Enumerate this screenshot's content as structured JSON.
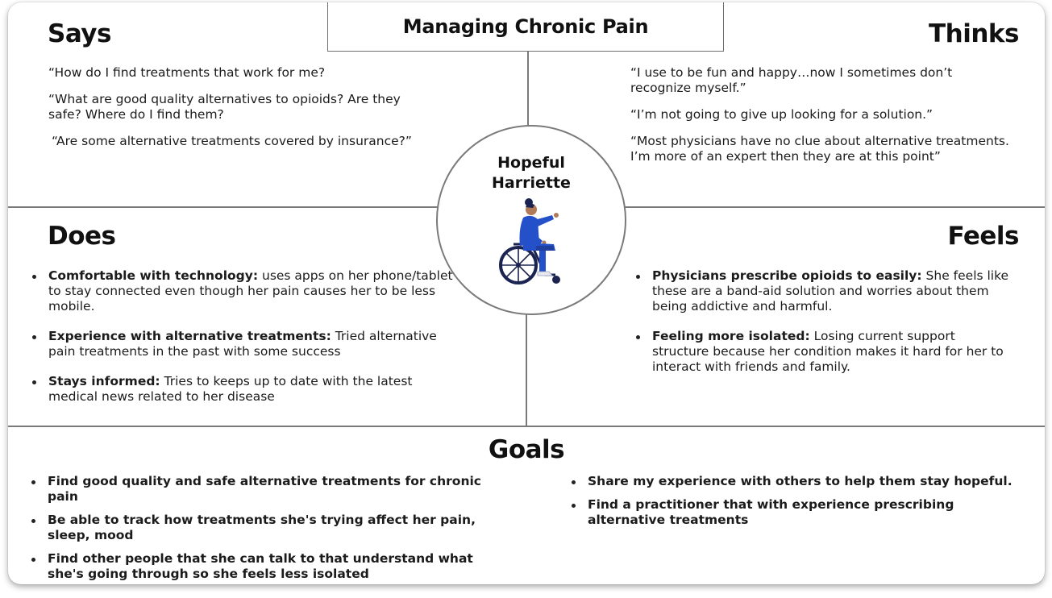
{
  "title": "Managing Chronic Pain",
  "persona": {
    "name_line1": "Hopeful",
    "name_line2": "Harriette",
    "icon": "wheelchair-user-icon"
  },
  "says": {
    "heading": "Says",
    "quotes": [
      "“How do I find treatments that work for me?",
      "“What are good quality alternatives to opioids? Are they safe? Where do I find them?",
      "“Are some alternative treatments covered by insurance?”"
    ]
  },
  "thinks": {
    "heading": "Thinks",
    "quotes": [
      "“I use to be fun and happy…now I sometimes don’t recognize myself.”",
      "“I’m not going to give up looking for a solution.”",
      "“Most physicians have no clue about alternative treatments. I’m more of an expert then they are at this point”"
    ]
  },
  "does": {
    "heading": "Does",
    "items": [
      {
        "bold": "Comfortable with technology:",
        "text": " uses apps on her phone/tablet to stay connected even though her pain causes her to be less mobile."
      },
      {
        "bold": "Experience with alternative treatments:",
        "text": " Tried alternative pain treatments in the past with some success"
      },
      {
        "bold": "Stays informed:",
        "text": " Tries to keeps up to date with the latest medical news related to her disease"
      }
    ]
  },
  "feels": {
    "heading": "Feels",
    "items": [
      {
        "bold": "Physicians prescribe opioids to easily:",
        "text": " She feels like these are a band-aid solution and worries about them being addictive and harmful."
      },
      {
        "bold": "Feeling more isolated:",
        "text": " Losing current support structure because her condition makes it hard for her to interact with friends and family."
      }
    ]
  },
  "goals": {
    "heading": "Goals",
    "left": [
      "Find good quality and safe alternative treatments for chronic pain",
      "Be able to track how treatments she's trying affect her pain, sleep, mood",
      "Find other people that she can talk to that understand what she's going through so she feels less isolated"
    ],
    "right": [
      "Share my experience with others to help them stay hopeful.",
      "Find a practitioner that with experience prescribing alternative treatments"
    ]
  },
  "colors": {
    "divider": "#7a7a7a",
    "figure_blue": "#2451c9",
    "figure_navy": "#1b2350",
    "skin": "#b07a58"
  }
}
